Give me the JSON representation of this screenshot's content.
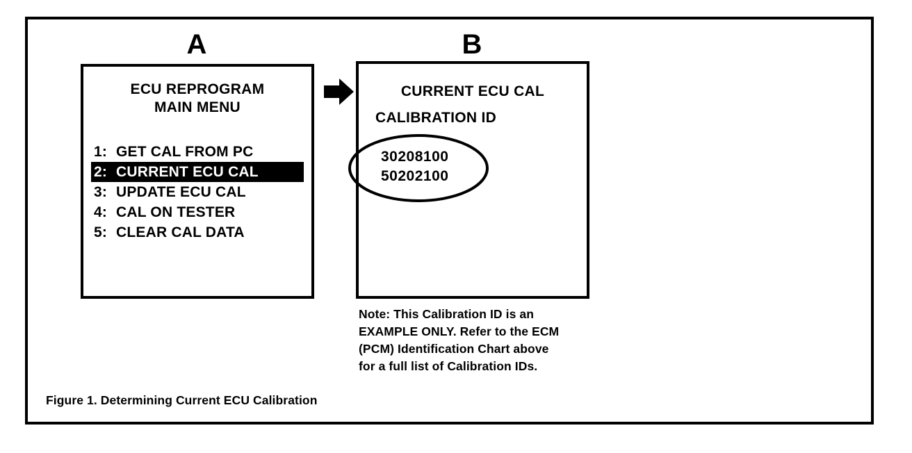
{
  "figure": {
    "caption": "Figure 1. Determining Current ECU Calibration",
    "panel_labels": {
      "a": "A",
      "b": "B"
    },
    "arrow_icon": "right-arrow-icon"
  },
  "panel_a": {
    "title_line1": "ECU REPROGRAM",
    "title_line2": "MAIN MENU",
    "menu_items": [
      {
        "number": "1:",
        "label": "GET CAL FROM PC",
        "selected": false
      },
      {
        "number": "2:",
        "label": "CURRENT ECU CAL",
        "selected": true
      },
      {
        "number": "3:",
        "label": "UPDATE ECU CAL",
        "selected": false
      },
      {
        "number": "4:",
        "label": "CAL ON TESTER",
        "selected": false
      },
      {
        "number": "5:",
        "label": "CLEAR CAL DATA",
        "selected": false
      }
    ]
  },
  "panel_b": {
    "heading": "CURRENT ECU CAL",
    "subheading": "CALIBRATION ID",
    "calibration_ids": [
      "30208100",
      "50202100"
    ],
    "annotation_icon": "ellipse-highlight-icon"
  },
  "note": {
    "lines": [
      "Note: This Calibration ID is an",
      "EXAMPLE ONLY. Refer to the ECM",
      "(PCM) Identification Chart above",
      "for a full list of Calibration IDs."
    ]
  },
  "colors": {
    "ink": "#000000",
    "paper": "#ffffff",
    "highlight_bg": "#000000",
    "highlight_fg": "#ffffff"
  }
}
